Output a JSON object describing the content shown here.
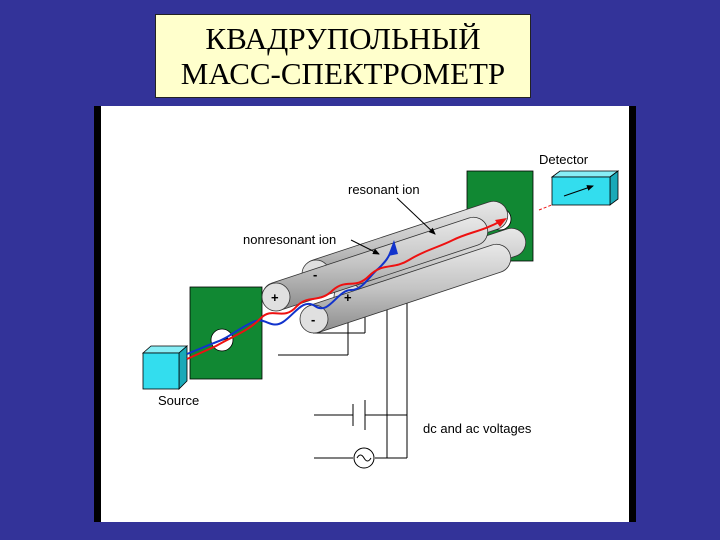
{
  "title": {
    "line1": "КВАДРУПОЛЬНЫЙ",
    "line2": "МАСС-СПЕКТРОМЕТР"
  },
  "diagram": {
    "labels": {
      "detector": "Detector",
      "resonant_ion": "resonant ion",
      "nonresonant_ion": "nonresonant ion",
      "source": "Source",
      "voltages": "dc and ac voltages"
    },
    "rod_signs": {
      "top": "-",
      "left": "+",
      "right": "+",
      "bottom": "-"
    },
    "colors": {
      "background": "#333399",
      "title_box": "#ffffcc",
      "plate": "#118833",
      "box": "#33ddee",
      "rod": "#c0c0c0",
      "resonant_path": "#ee1111",
      "nonresonant_path": "#1133cc"
    }
  }
}
